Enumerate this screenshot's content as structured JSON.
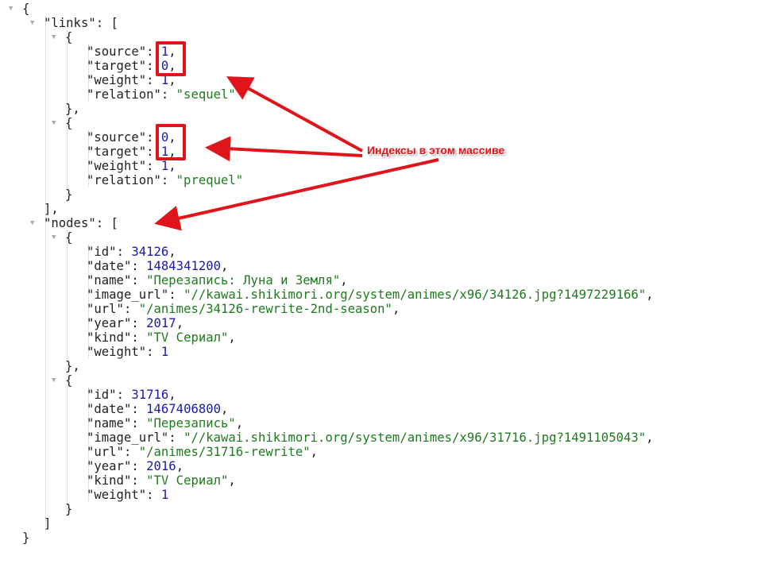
{
  "document": {
    "links": [
      {
        "source": 1,
        "target": 0,
        "weight": 1,
        "relation": "sequel"
      },
      {
        "source": 0,
        "target": 1,
        "weight": 1,
        "relation": "prequel"
      }
    ],
    "nodes": [
      {
        "id": 34126,
        "date": 1484341200,
        "name": "Перезапись: Луна и Земля",
        "image_url": "//kawai.shikimori.org/system/animes/x96/34126.jpg?1497229166",
        "url": "/animes/34126-rewrite-2nd-season",
        "year": 2017,
        "kind": "TV Сериал",
        "weight": 1
      },
      {
        "id": 31716,
        "date": 1467406800,
        "name": "Перезапись",
        "image_url": "//kawai.shikimori.org/system/animes/x96/31716.jpg?1491105043",
        "url": "/animes/31716-rewrite",
        "year": 2016,
        "kind": "TV Сериал",
        "weight": 1
      }
    ]
  },
  "annotation": {
    "label": "Индексы в этом массиве",
    "color": "#e0141b"
  },
  "colors": {
    "number": "#1a1aa6",
    "string": "#1f7a1f"
  }
}
